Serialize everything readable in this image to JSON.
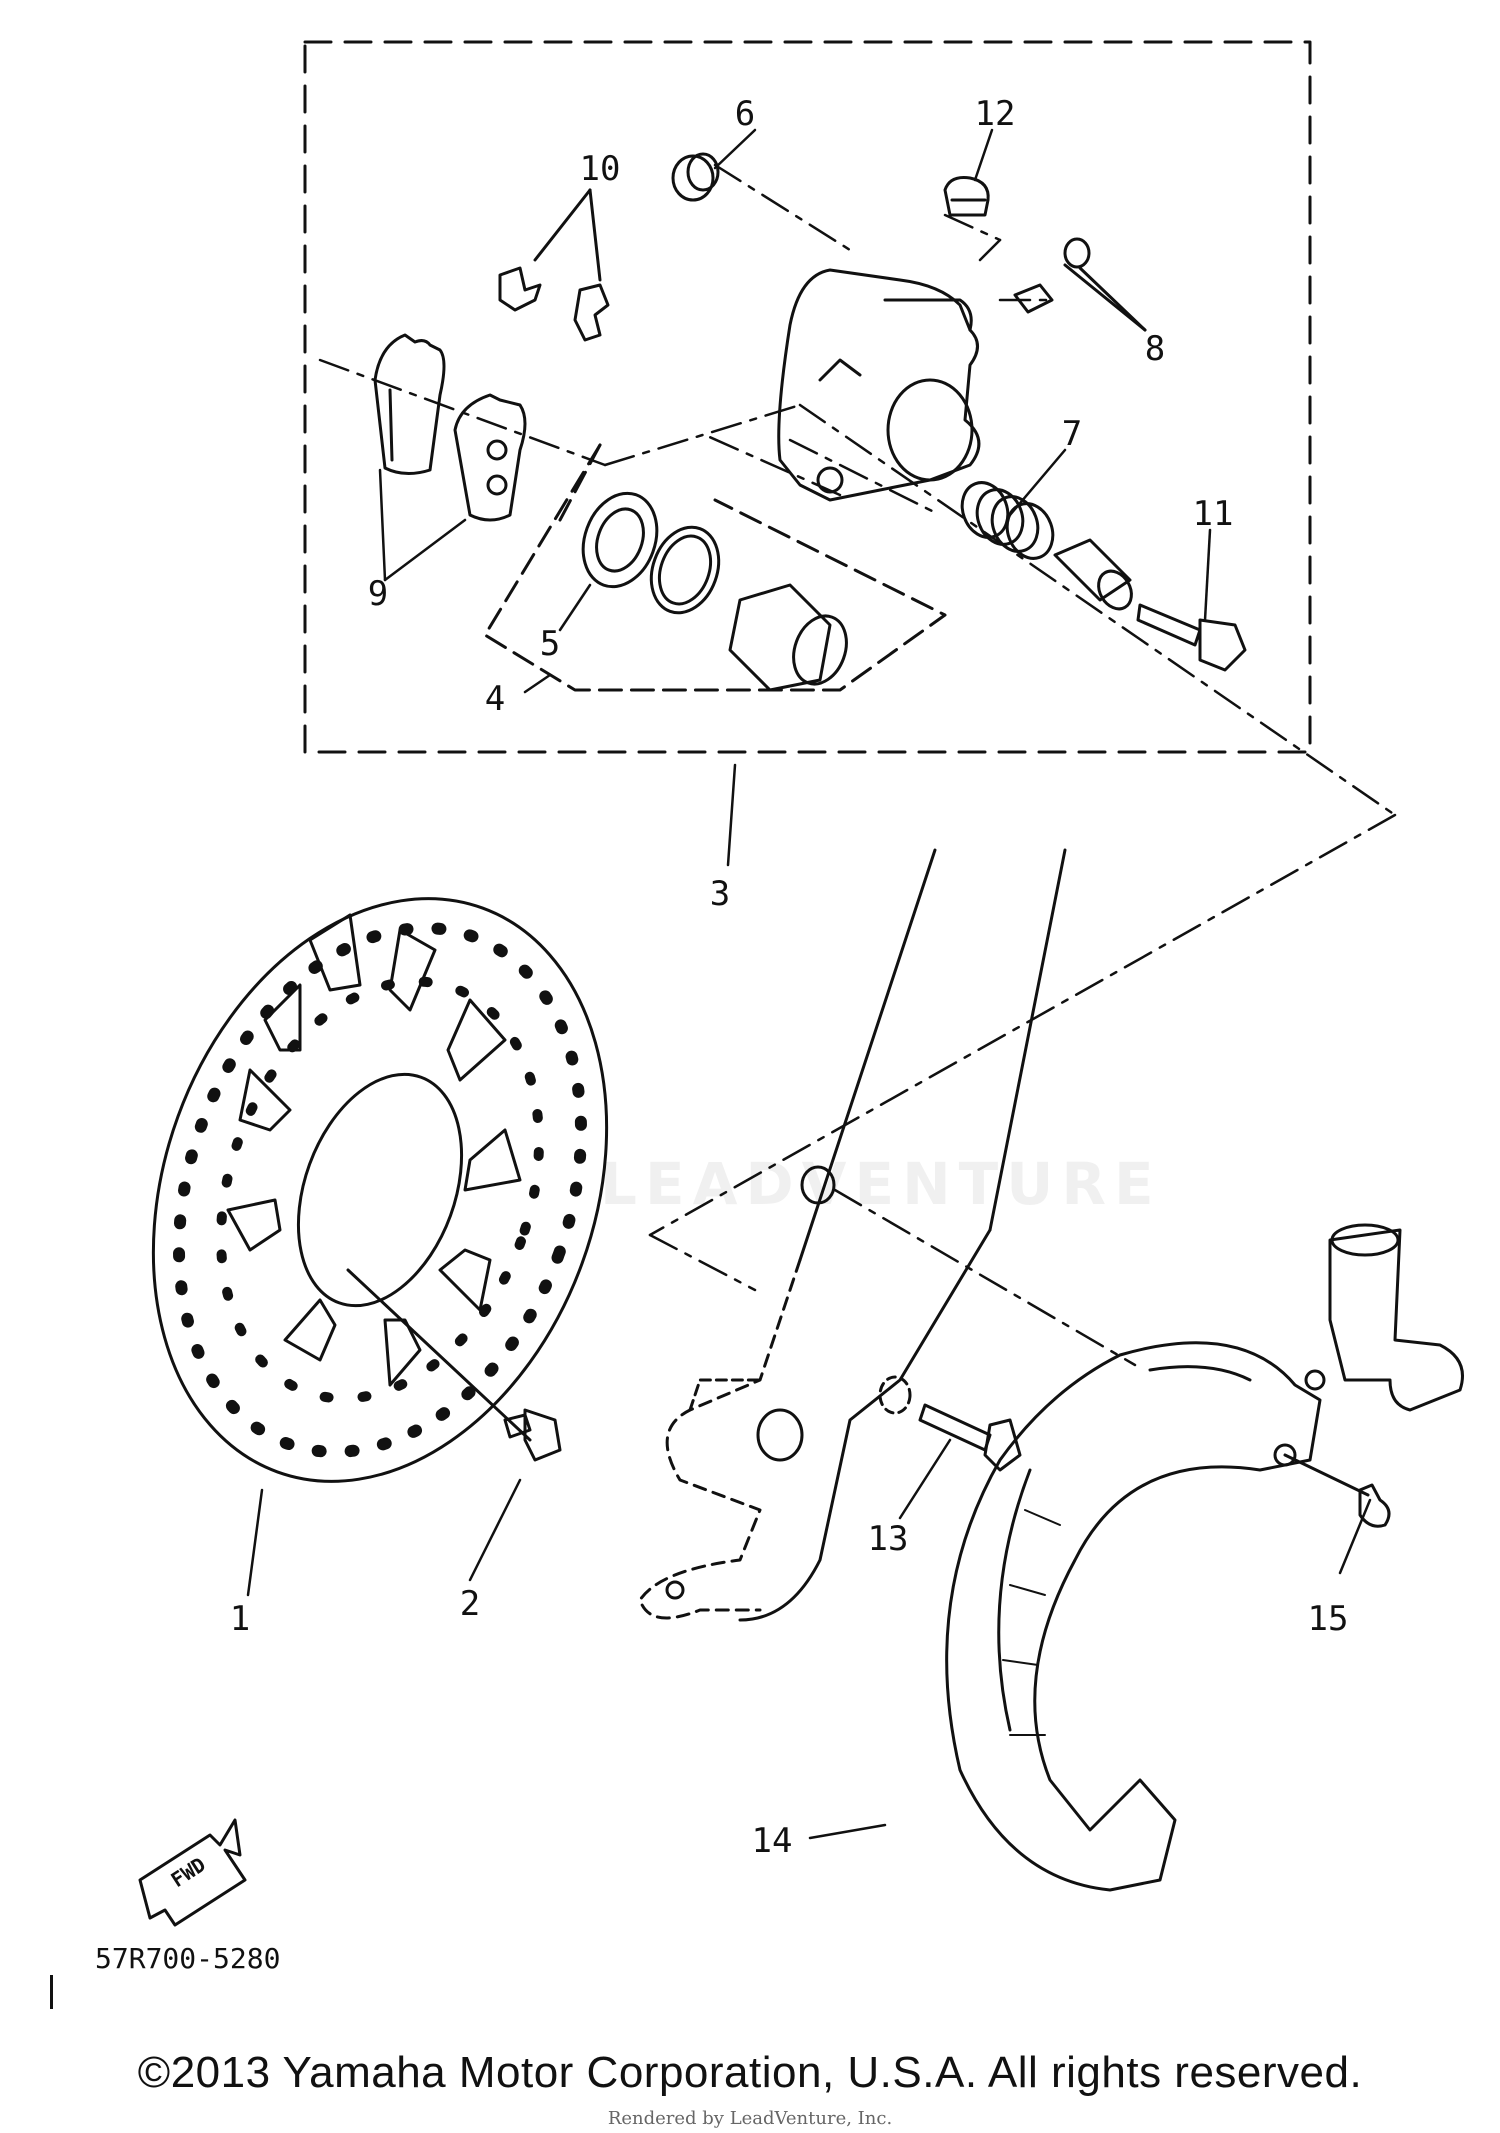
{
  "diagram": {
    "callouts": [
      {
        "id": "c1",
        "text": "1"
      },
      {
        "id": "c2",
        "text": "2"
      },
      {
        "id": "c3",
        "text": "3"
      },
      {
        "id": "c4",
        "text": "4"
      },
      {
        "id": "c5",
        "text": "5"
      },
      {
        "id": "c6",
        "text": "6"
      },
      {
        "id": "c7",
        "text": "7"
      },
      {
        "id": "c8",
        "text": "8"
      },
      {
        "id": "c9",
        "text": "9"
      },
      {
        "id": "c10",
        "text": "10"
      },
      {
        "id": "c11",
        "text": "11"
      },
      {
        "id": "c12",
        "text": "12"
      },
      {
        "id": "c13",
        "text": "13"
      },
      {
        "id": "c14",
        "text": "14"
      },
      {
        "id": "c15",
        "text": "15"
      }
    ],
    "fwd_label": "FWD",
    "sheet_code": "57R700-5280",
    "watermark": "LEADVENTURE"
  },
  "footer": {
    "copyright": "©2013 Yamaha Motor Corporation, U.S.A. All rights reserved.",
    "rendered_by": "Rendered by LeadVenture, Inc."
  }
}
